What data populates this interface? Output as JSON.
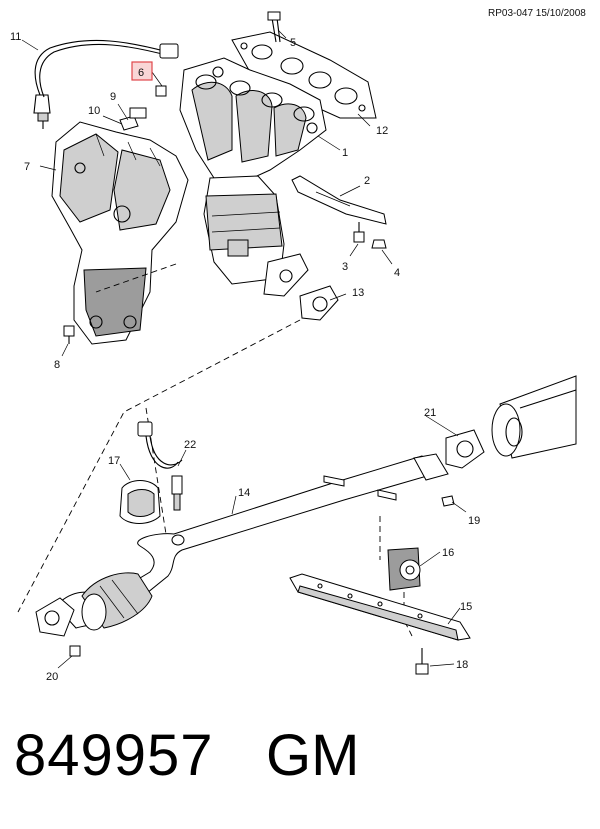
{
  "header": {
    "reference": "RP03-047 15/10/2008"
  },
  "footer": {
    "part_number": "849957",
    "brand": "GM"
  },
  "highlight_color": "#e0464b",
  "callouts": [
    "1",
    "2",
    "3",
    "4",
    "5",
    "6",
    "7",
    "8",
    "9",
    "10",
    "11",
    "12",
    "13",
    "14",
    "15",
    "16",
    "17",
    "18",
    "19",
    "20",
    "21",
    "22"
  ],
  "highlighted_callout": "6"
}
